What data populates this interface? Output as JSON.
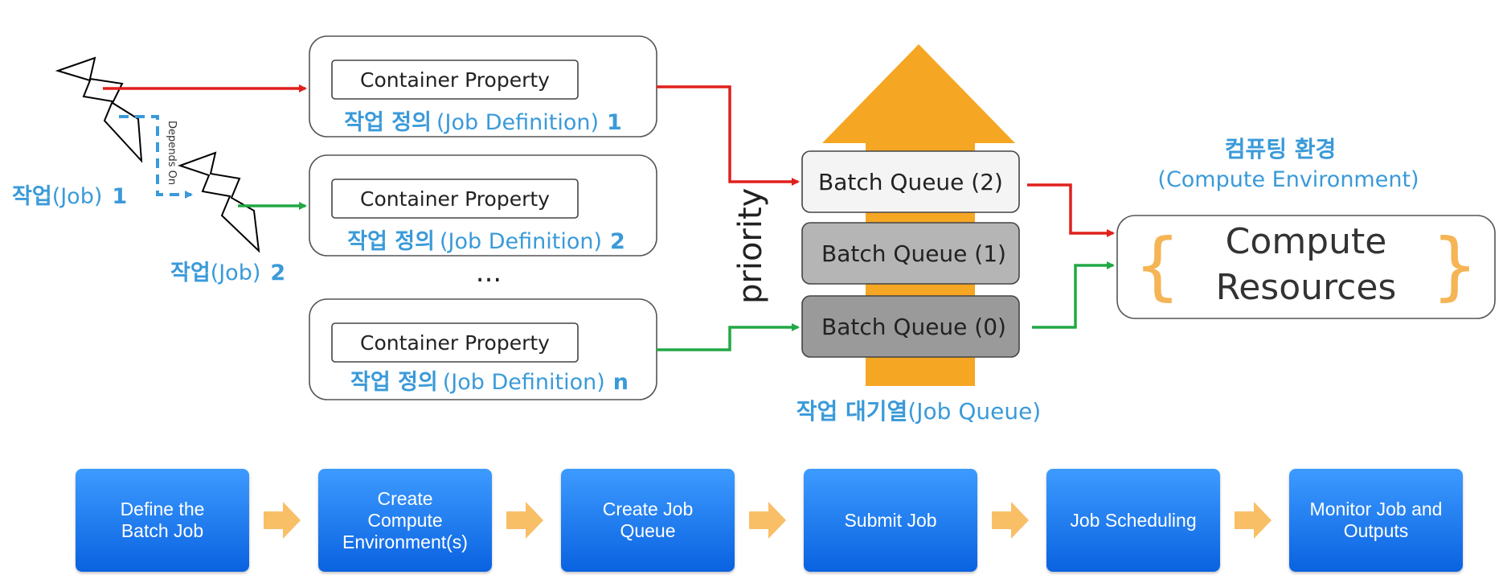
{
  "jobs": {
    "job1": {
      "ko": "작업",
      "en": "(Job)",
      "num": "1"
    },
    "job2": {
      "ko": "작업",
      "en": "(Job)",
      "num": "2"
    },
    "depends_on": "Depends On"
  },
  "job_definitions": [
    {
      "container": "Container Property",
      "ko": "작업 정의",
      "en": "(Job Definition)",
      "num": "1"
    },
    {
      "container": "Container Property",
      "ko": "작업 정의",
      "en": "(Job Definition)",
      "num": "2"
    },
    {
      "container": "Container Property",
      "ko": "작업 정의",
      "en": "(Job Definition)",
      "num": "n"
    }
  ],
  "ellipsis": "...",
  "priority_label": "priority",
  "queues": [
    {
      "label": "Batch Queue (2)"
    },
    {
      "label": "Batch Queue (1)"
    },
    {
      "label": "Batch Queue (0)"
    }
  ],
  "job_queue_label": {
    "ko": "작업 대기열",
    "en": "(Job Queue)"
  },
  "compute_env": {
    "ko": "컴퓨팅 환경",
    "en": "(Compute Environment)",
    "line1": "Compute",
    "line2": "Resources",
    "brace_left": "{",
    "brace_right": "}"
  },
  "steps": [
    {
      "label": "Define the\nBatch Job"
    },
    {
      "label": "Create\nCompute\nEnvironment(s)"
    },
    {
      "label": "Create Job\nQueue"
    },
    {
      "label": "Submit Job"
    },
    {
      "label": "Job Scheduling"
    },
    {
      "label": "Monitor Job and\nOutputs"
    }
  ],
  "colors": {
    "blue_text": "#3a9ad9",
    "red_arrow": "#e0201c",
    "green_arrow": "#22a845",
    "orange": "#f5a623",
    "step_blue": "#1a78f0"
  }
}
